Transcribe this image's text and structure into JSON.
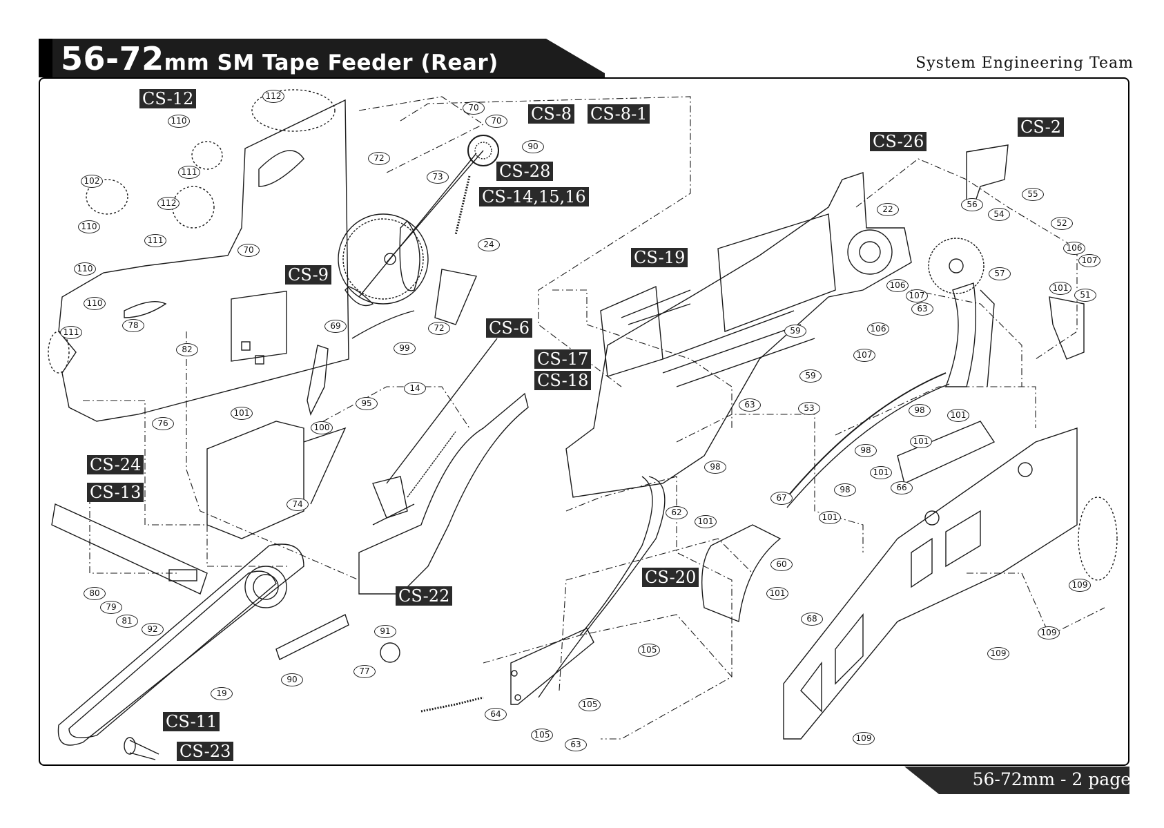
{
  "header": {
    "title_big": "56-72",
    "title_rest": "mm SM Tape Feeder (Rear)",
    "team": "System Engineering Team"
  },
  "footer": {
    "page_label": "56-72mm - 2 page"
  },
  "colors": {
    "label_bg": "#2a2a2a",
    "label_fg": "#ffffff",
    "line": "#1a1a1a"
  },
  "callouts": {
    "cs12": "CS-12",
    "cs8": "CS-8",
    "cs8_1": "CS-8-1",
    "cs28": "CS-28",
    "cs14": "CS-14,15,16",
    "cs9": "CS-9",
    "cs6": "CS-6",
    "cs24": "CS-24",
    "cs13": "CS-13",
    "cs22": "CS-22",
    "cs11": "CS-11",
    "cs23": "CS-23",
    "cs26": "CS-26",
    "cs2": "CS-2",
    "cs19": "CS-19",
    "cs17": "CS-17",
    "cs18": "CS-18",
    "cs20": "CS-20"
  },
  "part_numbers": {
    "p112a": "112",
    "p110a": "110",
    "p111a": "111",
    "p102": "102",
    "p112b": "112",
    "p110b": "110",
    "p111b": "111",
    "p110c": "110",
    "p110d": "110",
    "p111c": "111",
    "p78": "78",
    "p82": "82",
    "p76": "76",
    "p70a": "70",
    "p70b": "70",
    "p72a": "72",
    "p73": "73",
    "p90a": "90",
    "p70c": "70",
    "p24": "24",
    "p72b": "72",
    "p69": "69",
    "p99": "99",
    "p14": "14",
    "p101a": "101",
    "p95": "95",
    "p100": "100",
    "p74": "74",
    "p80": "80",
    "p79": "79",
    "p81": "81",
    "p92": "92",
    "p91": "91",
    "p77": "77",
    "p90b": "90",
    "p19": "19",
    "p22": "22",
    "p55": "55",
    "p56": "56",
    "p54": "54",
    "p52": "52",
    "p106a": "106",
    "p107a": "107",
    "p57": "57",
    "p106b": "106",
    "p107b": "107",
    "p63a": "63",
    "p101b": "101",
    "p51": "51",
    "p59a": "59",
    "p106c": "106",
    "p107c": "107",
    "p59b": "59",
    "p63b": "63",
    "p53": "53",
    "p98a": "98",
    "p101c": "101",
    "p101d": "101",
    "p98b": "98",
    "p101e": "101",
    "p66": "66",
    "p98c": "98",
    "p62": "62",
    "p101f": "101",
    "p67": "67",
    "p98d": "98",
    "p101g": "101",
    "p60": "60",
    "p101h": "101",
    "p68": "68",
    "p109a": "109",
    "p109b": "109",
    "p109c": "109",
    "p105a": "105",
    "p105b": "105",
    "p64": "64",
    "p105c": "105",
    "p63c": "63",
    "p109d": "109"
  }
}
